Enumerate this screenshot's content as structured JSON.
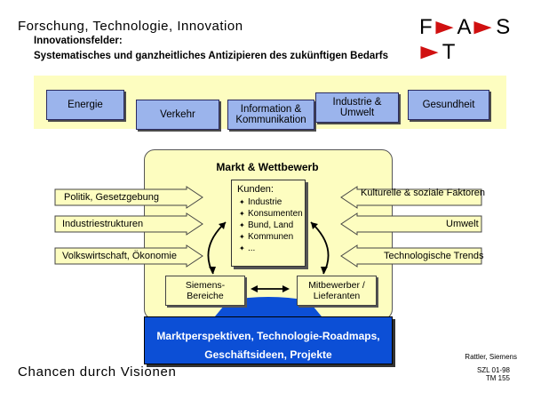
{
  "header": {
    "title": "Forschung, Technologie, Innovation",
    "subtitle1": "Innovationsfelder:",
    "subtitle2": "Systematisches und ganzheitliches Antizipieren des zukünftigen Bedarfs",
    "logo_letters": [
      "F",
      "A",
      "S",
      "T"
    ],
    "logo_separator": "►"
  },
  "fields": [
    {
      "line1": "Energie",
      "line2": ""
    },
    {
      "line1": "Verkehr",
      "line2": ""
    },
    {
      "line1": "Information &",
      "line2": "Kommunikation"
    },
    {
      "line1": "Industrie &",
      "line2": "Umwelt"
    },
    {
      "line1": "Gesundheit",
      "line2": ""
    }
  ],
  "market": {
    "title": "Markt & Wettbewerb",
    "customers": {
      "heading": "Kunden:",
      "bullet": "✦",
      "items": [
        "Industrie",
        "Konsumenten",
        "Bund, Land",
        "Kommunen",
        "..."
      ]
    },
    "siemens": {
      "line1": "Siemens-",
      "line2": "Bereiche"
    },
    "competitors": {
      "line1": "Mitbewerber /",
      "line2": "Lieferanten"
    }
  },
  "left_factors": [
    "Politik, Gesetzgebung",
    "Industriestrukturen",
    "Volkswirtschaft, Ökonomie"
  ],
  "right_factors": [
    "Kulturelle & soziale Faktoren",
    "Umwelt",
    "Technologische Trends"
  ],
  "result": {
    "line1": "Marktperspektiven, Technologie-Roadmaps,",
    "line2": "Geschäftsideen, Projekte"
  },
  "footer": {
    "slogan": "Chancen durch Visionen",
    "author": "Rattler, Siemens",
    "ref1": "SZL 01-98",
    "ref2": "TM  155"
  },
  "colors": {
    "accent_red": "#d01010",
    "field_blue": "#9bb4ec",
    "result_blue": "#0c4fd6",
    "pale_yellow": "#fdfdc0"
  }
}
